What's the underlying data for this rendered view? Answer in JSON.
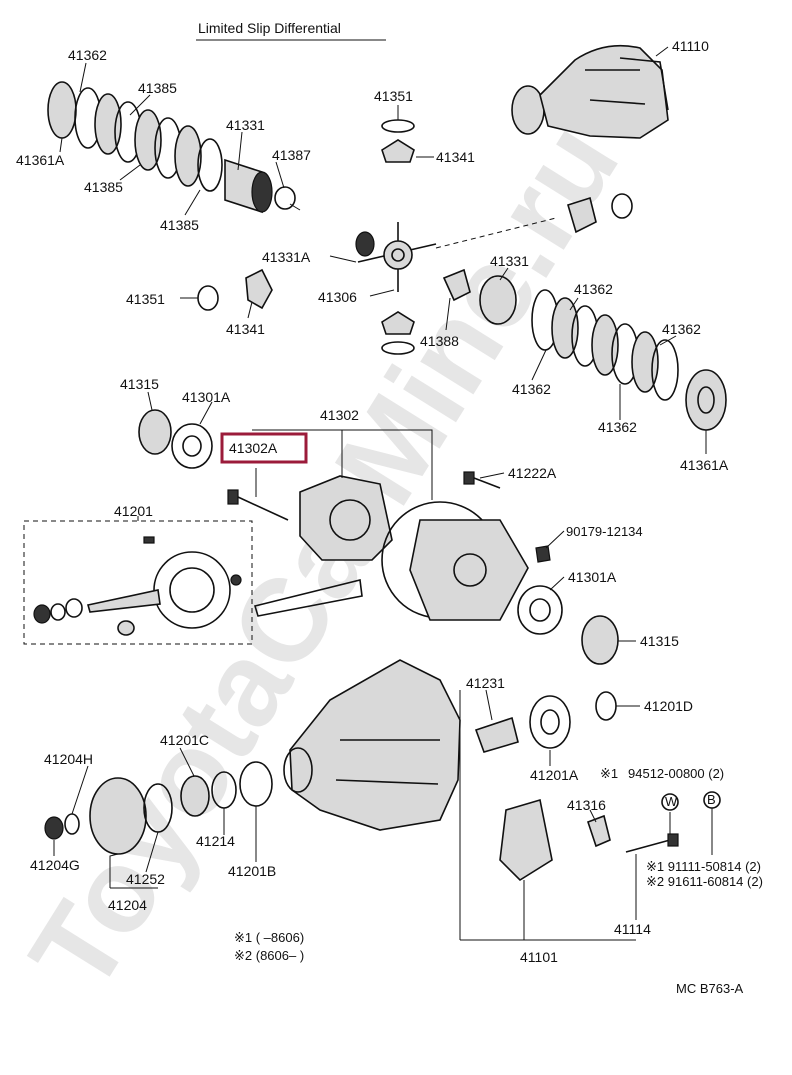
{
  "diagram": {
    "title": "Limited Slip Differential",
    "code": "MC B763-A",
    "watermark": "ToyotaCarMine.ru",
    "highlight_color": "#9b1b3a",
    "parts": {
      "p41362a": "41362",
      "p41385a": "41385",
      "p41385b": "41385",
      "p41385c": "41385",
      "p41361Aa": "41361A",
      "p41331a": "41331",
      "p41387": "41387",
      "p41351a": "41351",
      "p41341a": "41341",
      "p41110": "41110",
      "p41331A": "41331A",
      "p41306": "41306",
      "p41351b": "41351",
      "p41341b": "41341",
      "p41388": "41388",
      "p41331b": "41331",
      "p41362b": "41362",
      "p41362c": "41362",
      "p41362d": "41362",
      "p41362e": "41362",
      "p41361Ab": "41361A",
      "p41315a": "41315",
      "p41301Aa": "41301A",
      "p41302": "41302",
      "p41302A": "41302A",
      "p41222A": "41222A",
      "p41201": "41201",
      "p90179": "90179-12134",
      "p41301Ab": "41301A",
      "p41315b": "41315",
      "p41231": "41231",
      "p41201D": "41201D",
      "p41204H": "41204H",
      "p41201C": "41201C",
      "p41201A": "41201A",
      "p41316": "41316",
      "p41214": "41214",
      "p41201B": "41201B",
      "p41204G": "41204G",
      "p41252": "41252",
      "p41204": "41204",
      "p41114": "41114",
      "p41101": "41101"
    },
    "bolt_refs": {
      "r1_mark": "※1",
      "r1_part": "94512-00800 (2)",
      "r2_line1": "※1 91111-50814 (2)",
      "r2_line2": "※2 91611-60814 (2)",
      "w_symbol": "W",
      "b_symbol": "B"
    },
    "footnotes": {
      "f1": "※1 (      –8606)",
      "f2": "※2 (8606–        )"
    }
  }
}
